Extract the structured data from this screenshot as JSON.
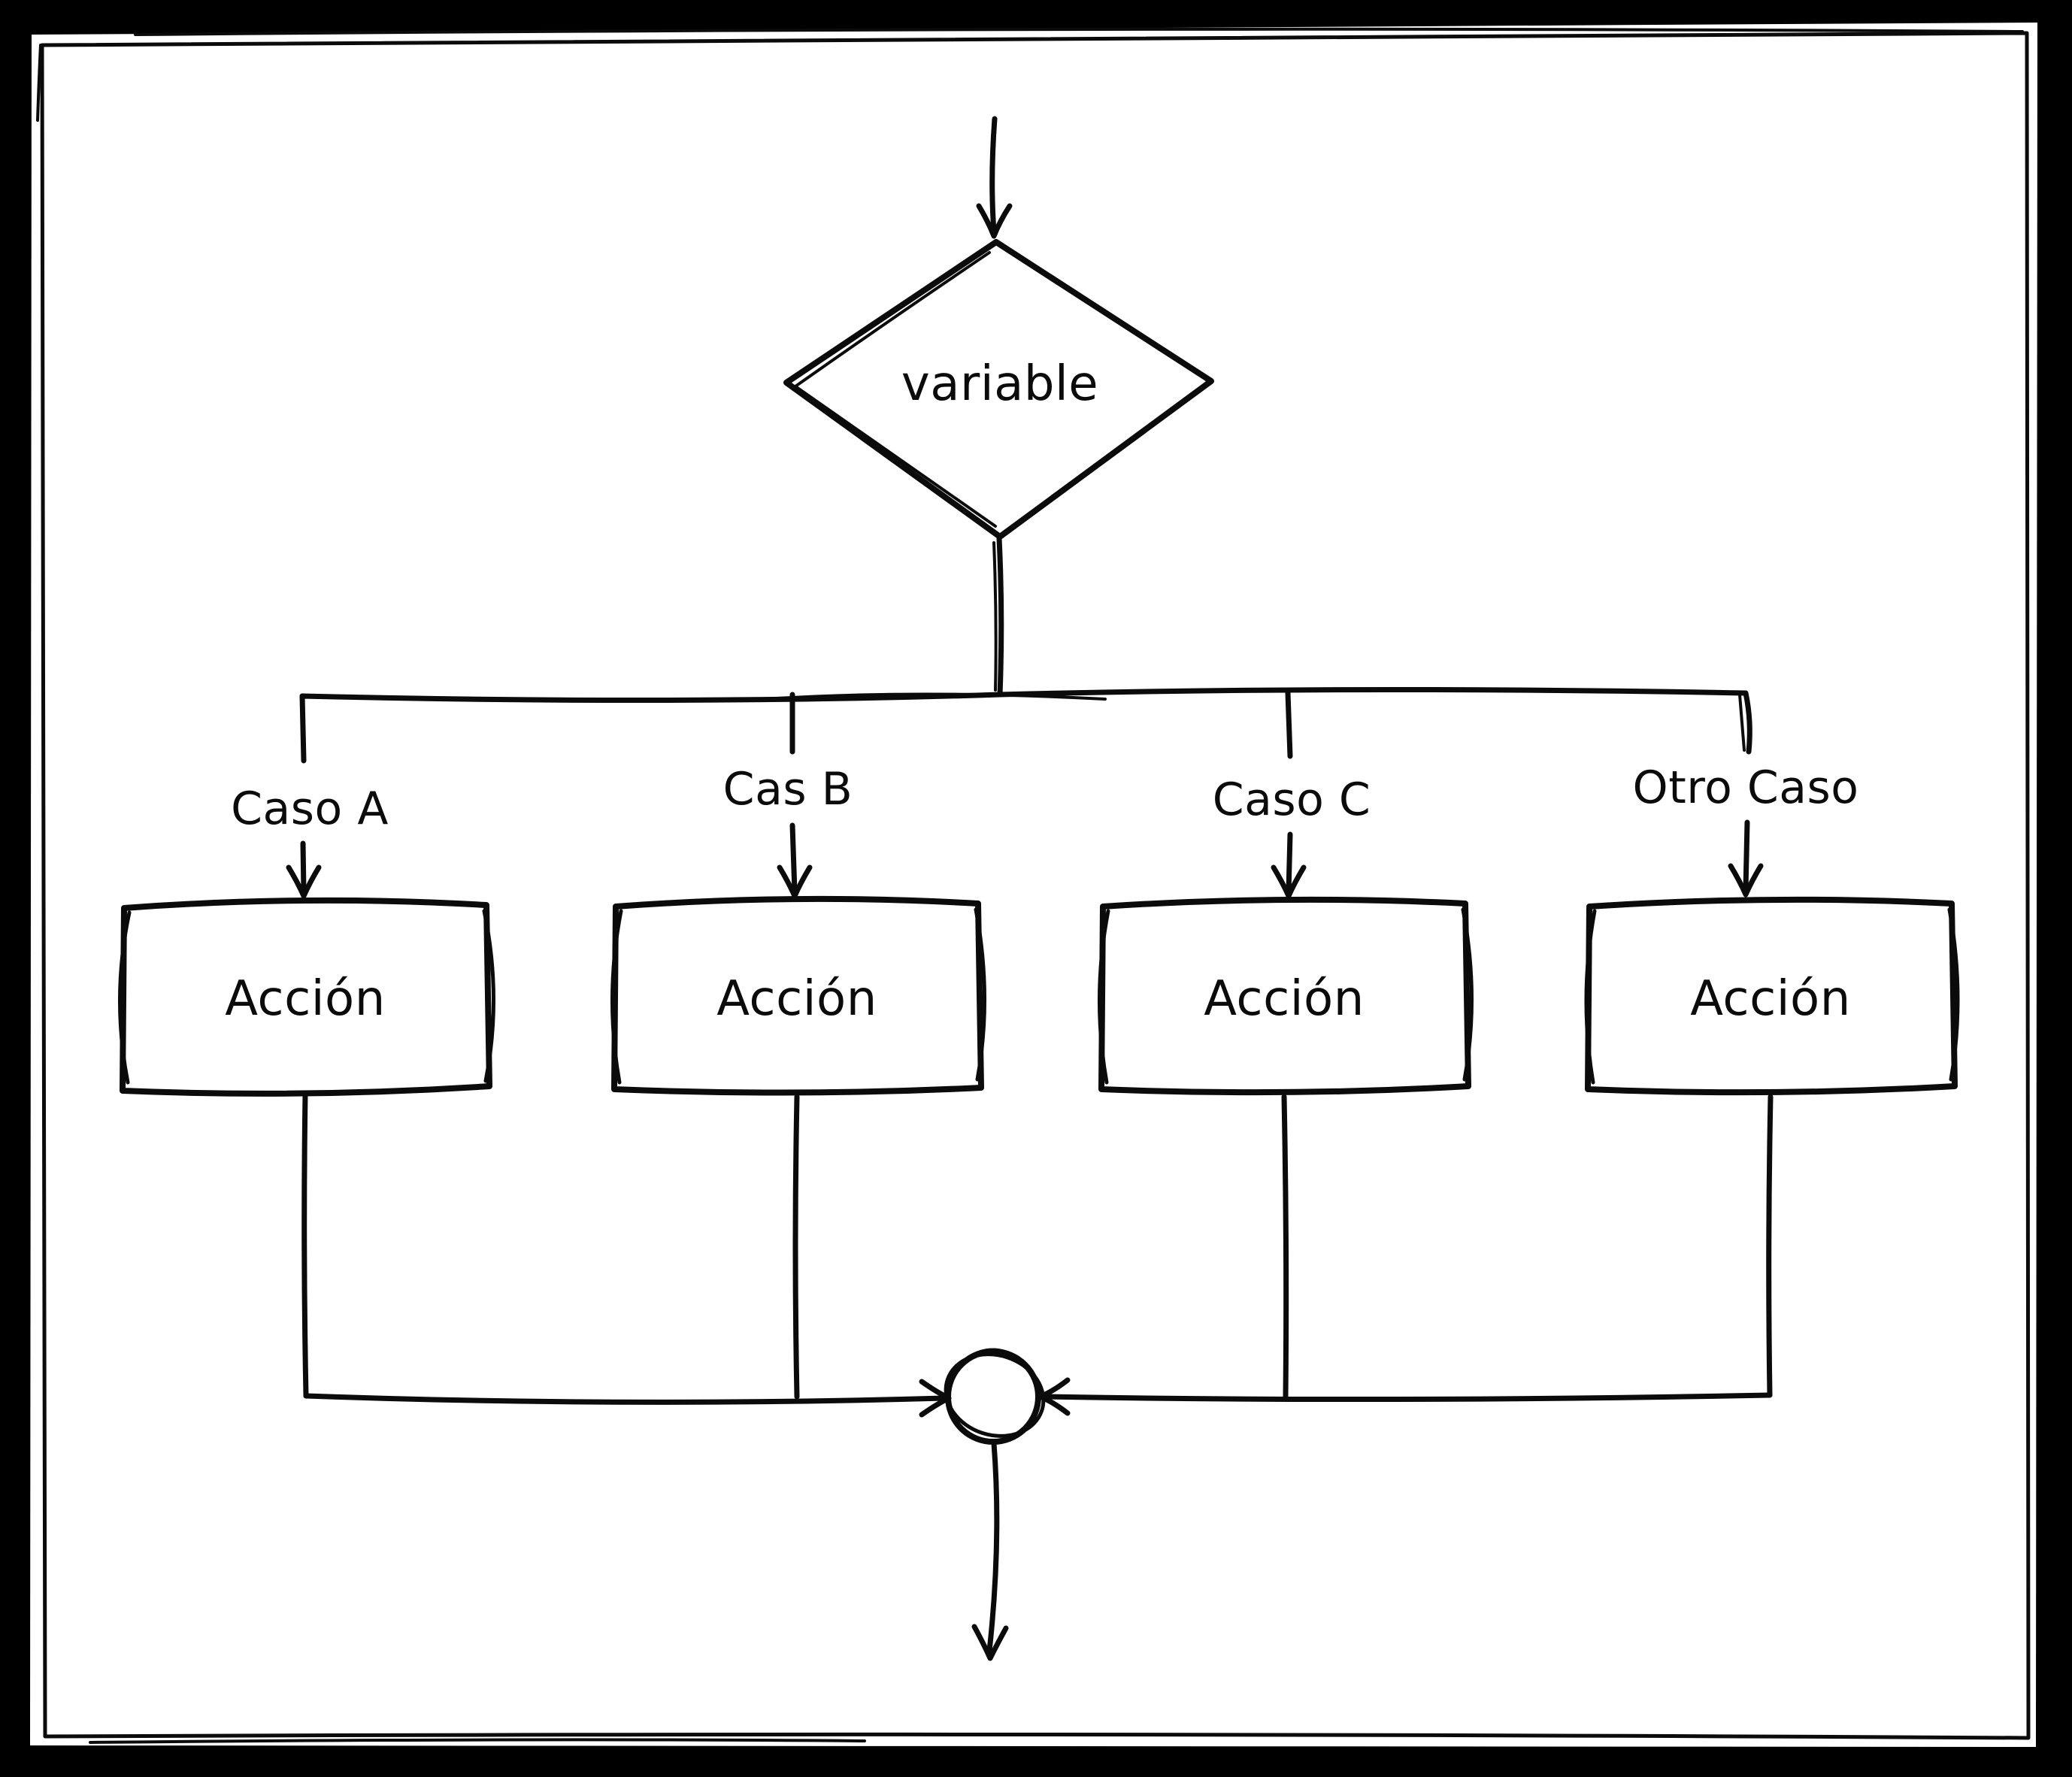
{
  "diagram": {
    "kind": "flowchart-switch-case",
    "decision": {
      "label": "variable",
      "shape": "diamond"
    },
    "branches": [
      {
        "case_label": "Caso A",
        "action_label": "Acción"
      },
      {
        "case_label": "Cas B",
        "action_label": "Acción"
      },
      {
        "case_label": "Caso C",
        "action_label": "Acción"
      },
      {
        "case_label": "Otro Caso",
        "action_label": "Acción"
      }
    ],
    "merge": {
      "shape": "circle-connector"
    },
    "colors": {
      "ink": "#0b0b0b",
      "paper": "#ffffff",
      "frame": "#000000"
    }
  }
}
